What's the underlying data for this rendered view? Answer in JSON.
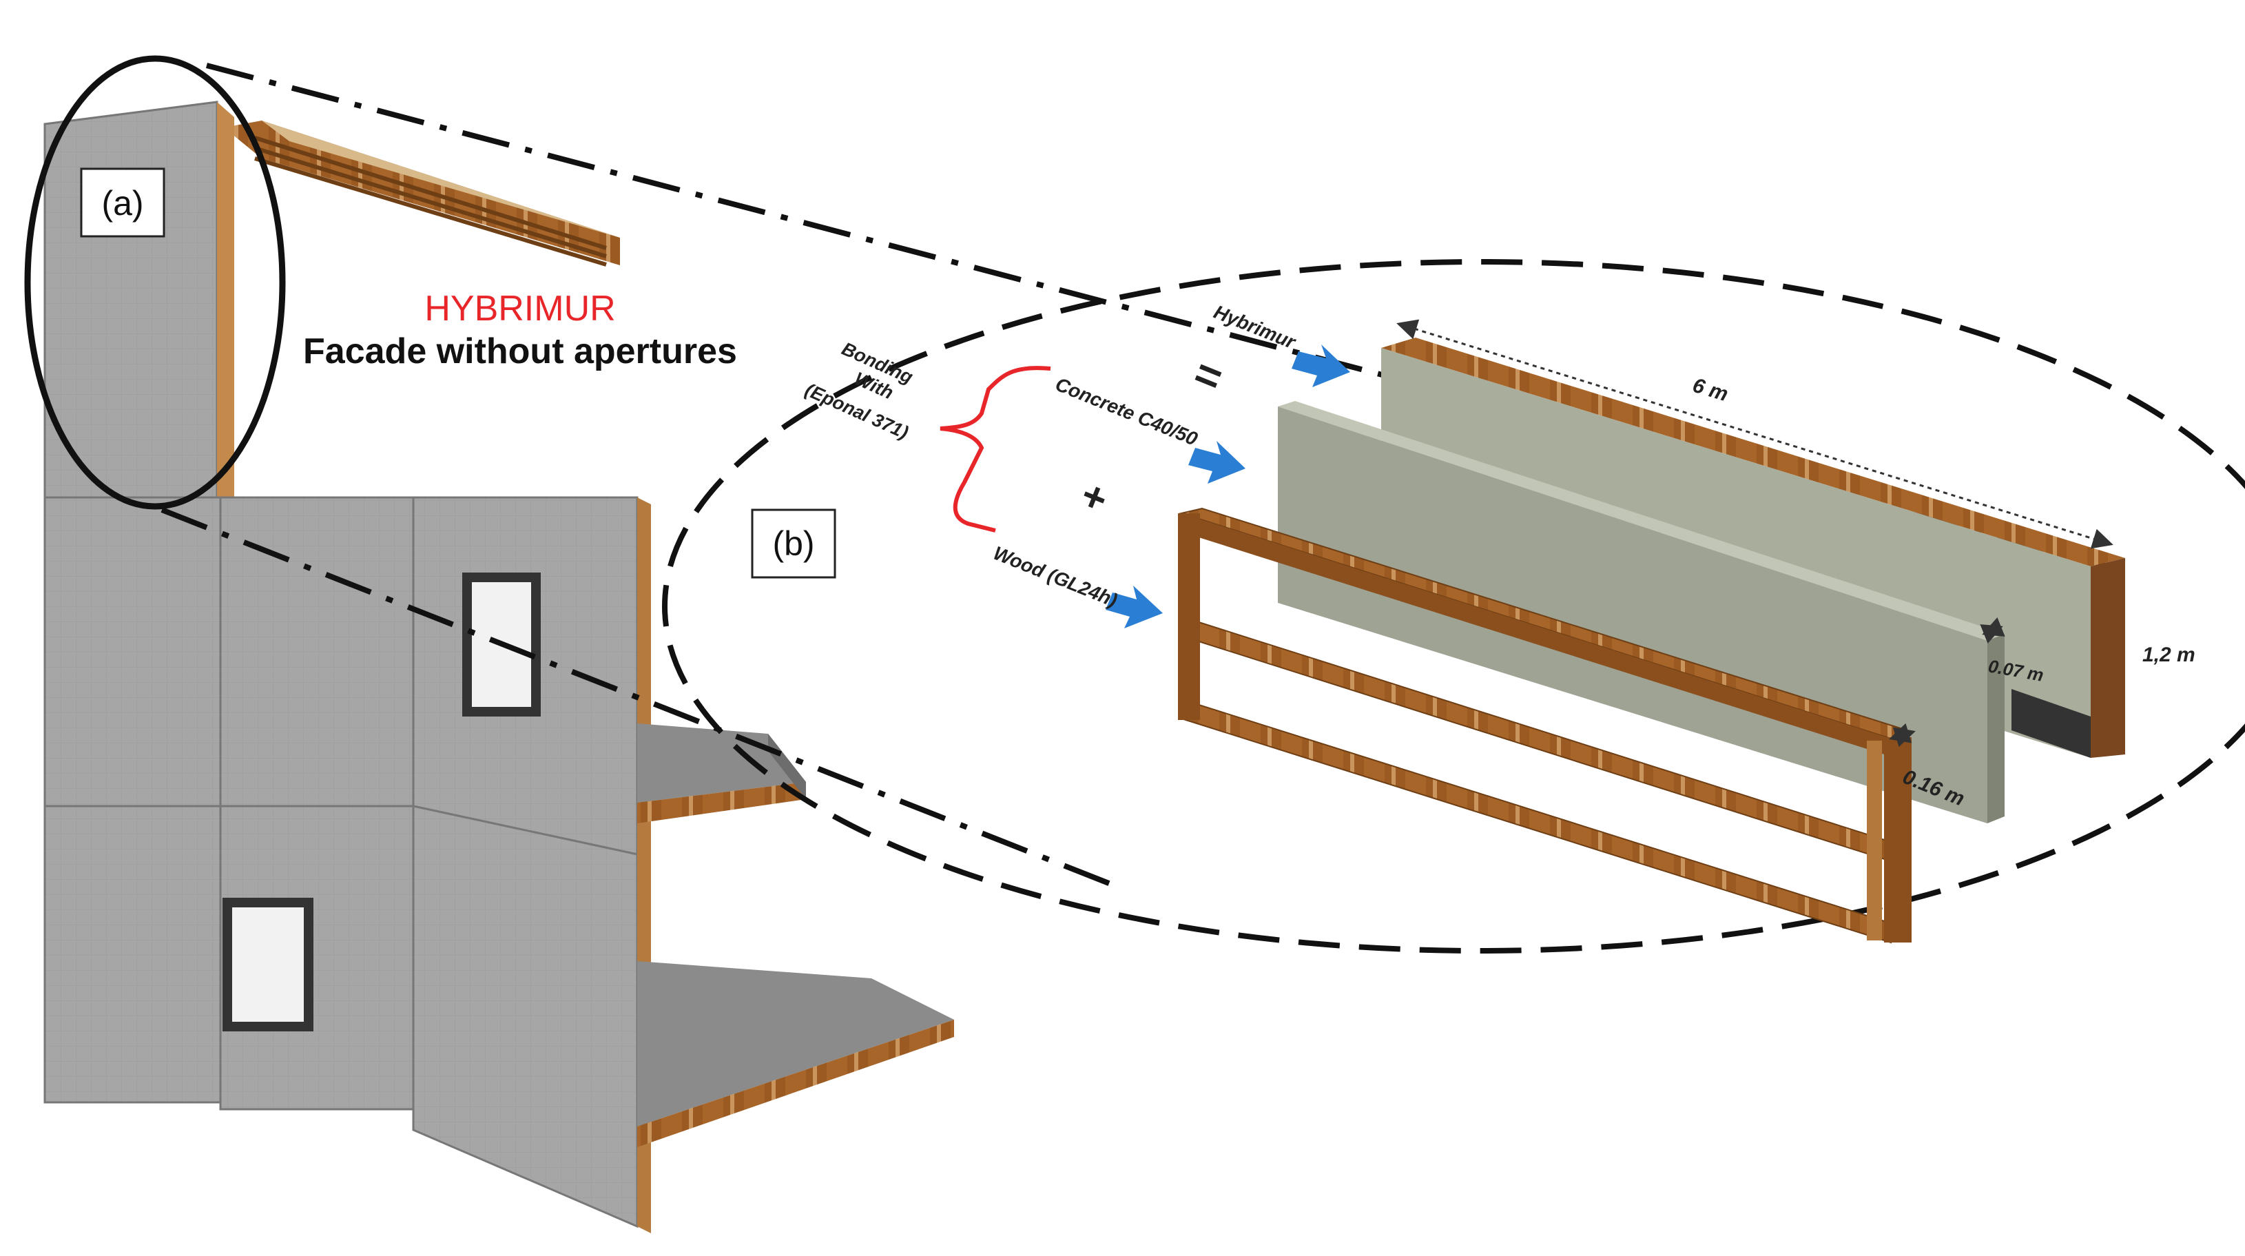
{
  "panels": {
    "a_label": "(a)",
    "b_label": "(b)"
  },
  "title": {
    "name": "HYBRIMUR",
    "subtitle": "Facade without apertures"
  },
  "composition": {
    "bonding_line1": "Bonding",
    "bonding_line2": "With",
    "bonding_line3": "(Eponal 371)",
    "hybrimur": "Hybrimur",
    "concrete": "Concrete C40/50",
    "wood": "Wood (GL24h)",
    "equals_sign": "=",
    "plus_sign": "+"
  },
  "dimensions": {
    "length": "6 m",
    "height": "1,2 m",
    "concrete_thickness": "0.07 m",
    "wood_thickness": "0.16 m"
  },
  "colors": {
    "title_red": "#e8262a",
    "arrow_blue": "#2a7fd4",
    "concrete_panel": "#9ea394",
    "wood": "#9a5a22",
    "facade_grey": "#a9a9a9"
  }
}
